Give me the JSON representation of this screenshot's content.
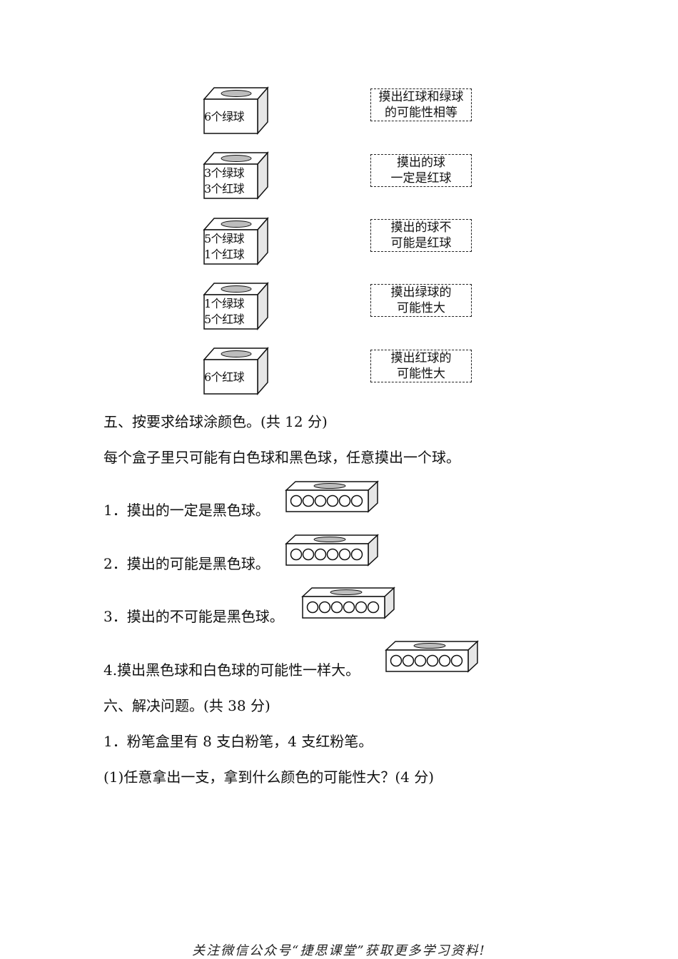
{
  "boxes": [
    {
      "line1": "6个绿球",
      "line2": ""
    },
    {
      "line1": "3个绿球",
      "line2": "3个红球"
    },
    {
      "line1": "5个绿球",
      "line2": "1个红球"
    },
    {
      "line1": "1个绿球",
      "line2": "5个红球"
    },
    {
      "line1": "6个红球",
      "line2": ""
    }
  ],
  "statements": [
    {
      "line1": "摸出红球和绿球",
      "line2": "的可能性相等"
    },
    {
      "line1": "摸出的球",
      "line2": "一定是红球"
    },
    {
      "line1": "摸出的球不",
      "line2": "可能是红球"
    },
    {
      "line1": "摸出绿球的",
      "line2": "可能性大"
    },
    {
      "line1": "摸出红球的",
      "line2": "可能性大"
    }
  ],
  "section5": {
    "title": "五、按要求给球涂颜色。(共 12 分)",
    "intro": "每个盒子里只可能有白色球和黑色球，任意摸出一个球。",
    "items": [
      "1．摸出的一定是黑色球。",
      "2．摸出的可能是黑色球。",
      "3．摸出的不可能是黑色球。",
      "4.摸出黑色球和白色球的可能性一样大。"
    ]
  },
  "section6": {
    "title": "六、解决问题。(共 38 分)",
    "q1": "1．粉笔盒里有 8 支白粉笔，4 支红粉笔。",
    "q1_1": "(1)任意拿出一支，拿到什么颜色的可能性大？(4 分)"
  },
  "footer": "关注微信公众号“捷思课堂”获取更多学习资料!"
}
